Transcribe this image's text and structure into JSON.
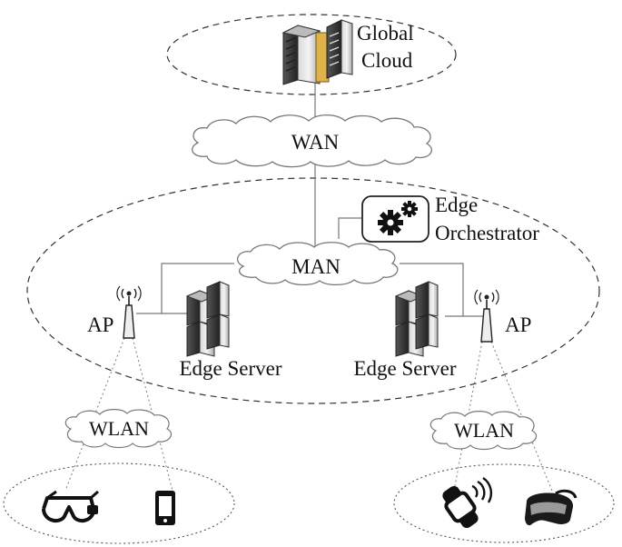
{
  "labels": {
    "global_cloud_line1": "Global",
    "global_cloud_line2": "Cloud",
    "wan": "WAN",
    "man": "MAN",
    "edge_orchestrator_line1": "Edge",
    "edge_orchestrator_line2": "Orchestrator",
    "ap_left": "AP",
    "ap_right": "AP",
    "edge_server_left": "Edge Server",
    "edge_server_right": "Edge Server",
    "wlan_left": "WLAN",
    "wlan_right": "WLAN"
  },
  "icons": {
    "global_cloud": "server-rack-icon",
    "orchestrator": "gears-icon",
    "edge_server": "server-tower-icon",
    "access_point": "antenna-icon",
    "devices_left": [
      "smart-glasses-icon",
      "mobile-phone-icon"
    ],
    "devices_right": [
      "smartwatch-icon",
      "vr-headset-icon"
    ]
  }
}
